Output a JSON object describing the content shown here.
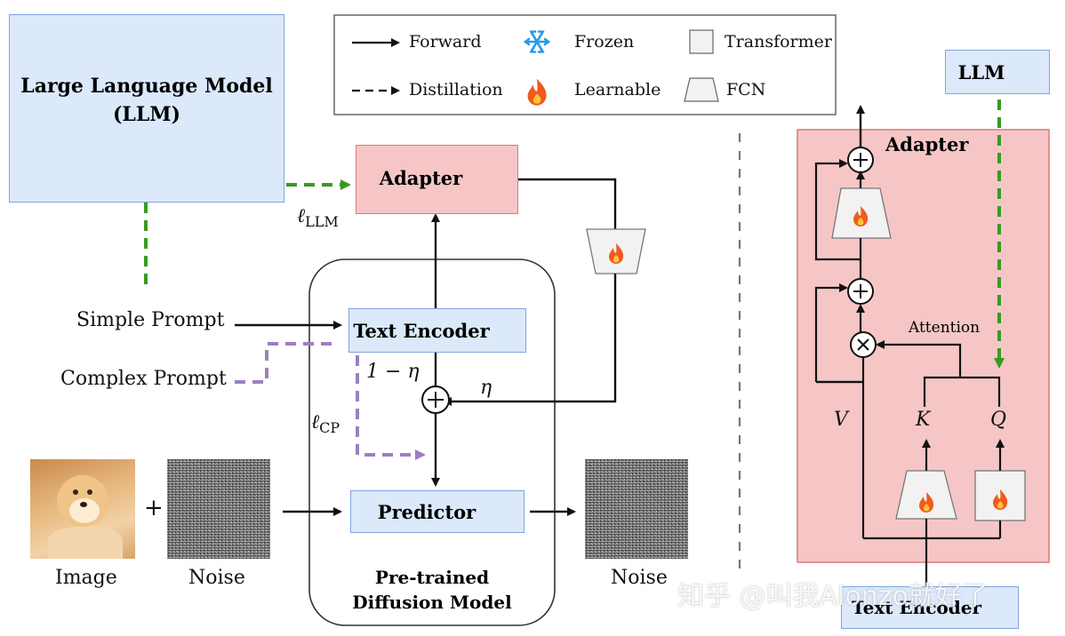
{
  "legend": {
    "forward": "Forward",
    "distillation": "Distillation",
    "frozen": "Frozen",
    "learnable": "Learnable",
    "transformer": "Transformer",
    "fcn": "FCN"
  },
  "llm_box": {
    "line1": "Large Language Model",
    "line2": "(LLM)"
  },
  "adapter_label": "Adapter",
  "text_encoder_label": "Text Encoder",
  "predictor_label": "Predictor",
  "pretrained": {
    "line1": "Pre-trained",
    "line2": "Diffusion Model"
  },
  "simple_prompt": "Simple Prompt",
  "complex_prompt": "Complex Prompt",
  "image_label": "Image",
  "noise_label": "Noise",
  "noise_out_label": "Noise",
  "plus_sign": "+",
  "loss_llm": {
    "base": "ℓ",
    "sub": "LLM"
  },
  "loss_cp": {
    "base": "ℓ",
    "sub": "CP"
  },
  "one_minus_eta": "1 − η",
  "eta": "η",
  "right": {
    "llm": "LLM",
    "adapter": "Adapter",
    "attention": "Attention",
    "v": "V",
    "k": "K",
    "q": "Q",
    "text_encoder": "Text Encoder"
  },
  "watermark": "知乎 @叫我Alonzo就好了",
  "colors": {
    "blue_fill": "#dbe9fb",
    "pink_fill": "#f6c6c7",
    "distill_green": "#3a9a1f",
    "complex_purple": "#9d7fc2",
    "snowflake": "#2a9be8",
    "flame": "#f05a1e"
  },
  "icons": [
    "snowflake-icon",
    "flame-icon"
  ]
}
